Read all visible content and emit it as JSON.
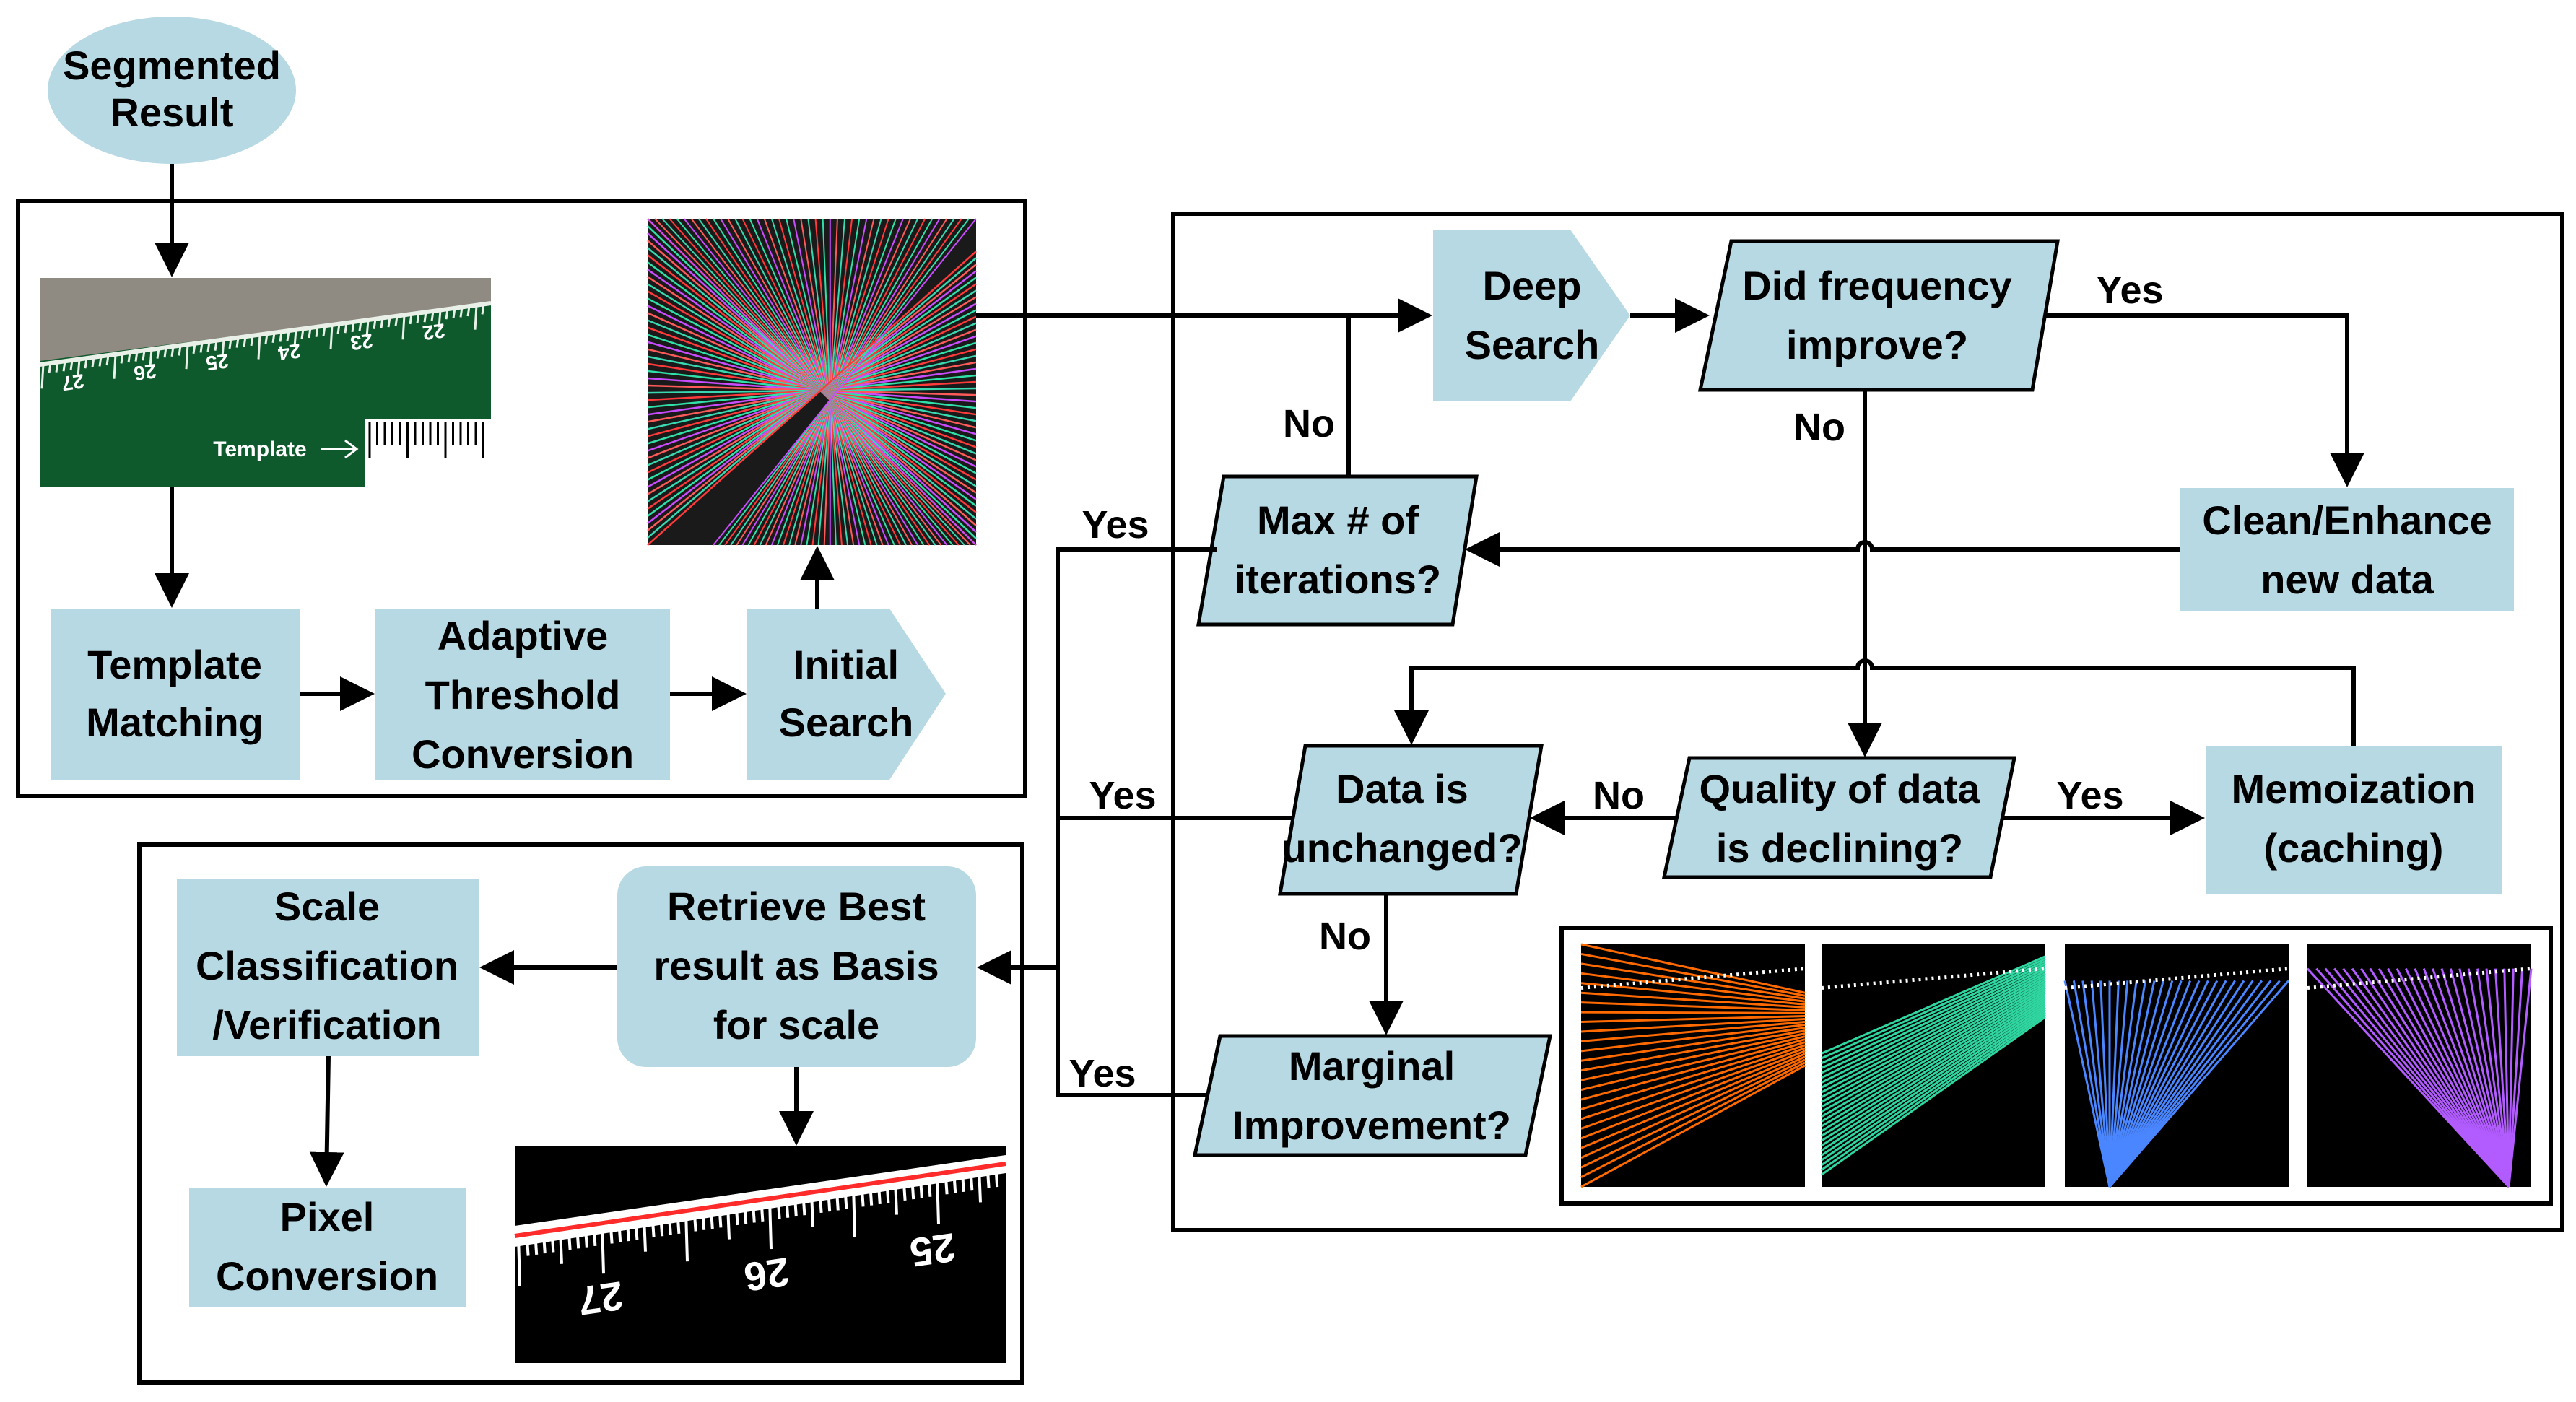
{
  "colors": {
    "node_fill": "#b7d9e4",
    "line": "#000000",
    "ruler_green": "#0f5a2c",
    "ruler_wall": "#8f8a82"
  },
  "nodes": {
    "segmented_result": [
      "Segmented",
      "Result"
    ],
    "template_matching": [
      "Template",
      "Matching"
    ],
    "adaptive_threshold": [
      "Adaptive",
      "Threshold",
      "Conversion"
    ],
    "initial_search": [
      "Initial",
      "Search"
    ],
    "deep_search": [
      "Deep",
      "Search"
    ],
    "did_frequency": [
      "Did frequency",
      "improve?"
    ],
    "clean_enhance": [
      "Clean/Enhance",
      "new data"
    ],
    "max_iterations": [
      "Max # of",
      "iterations?"
    ],
    "data_unchanged": [
      "Data is",
      "unchanged?"
    ],
    "quality_declining": [
      "Quality of data",
      "is declining?"
    ],
    "memoization": [
      "Memoization",
      "(caching)"
    ],
    "marginal": [
      "Marginal",
      "Improvement?"
    ],
    "retrieve_best": [
      "Retrieve Best",
      "result as Basis",
      "for scale"
    ],
    "scale_classification": [
      "Scale",
      "Classification",
      "/Verification"
    ],
    "pixel_conversion": [
      "Pixel",
      "Conversion"
    ]
  },
  "edge_labels": {
    "yes_freq": "Yes",
    "no_freq": "No",
    "no_max": "No",
    "yes_max": "Yes",
    "yes_unchanged": "Yes",
    "no_quality": "No",
    "yes_quality": "Yes",
    "no_unchanged": "No",
    "yes_marginal": "Yes"
  },
  "images": {
    "ruler_template_label": "Template",
    "ruler_numbers": [
      "27",
      "26",
      "25",
      "24",
      "23",
      "22"
    ],
    "result_numbers": [
      "27",
      "26",
      "25"
    ],
    "thumbnails": [
      {
        "color": "#ff6a00"
      },
      {
        "color": "#2fd6a0"
      },
      {
        "color": "#4a86ff"
      },
      {
        "color": "#b25cff"
      }
    ]
  }
}
